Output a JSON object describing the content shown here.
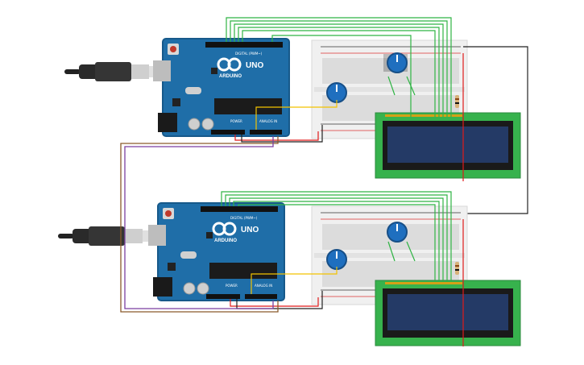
{
  "circuits": [
    {
      "id": "top",
      "arduino": {
        "logo": "ARDUINO",
        "model": "UNO",
        "header_digital": "DIGITAL (PWM~)",
        "header_power": "POWER",
        "header_analog": "ANALOG IN"
      },
      "potentiometers": 2,
      "lcd": "16x2"
    },
    {
      "id": "bottom",
      "arduino": {
        "logo": "ARDUINO",
        "model": "UNO",
        "header_digital": "DIGITAL (PWM~)",
        "header_power": "POWER",
        "header_analog": "ANALOG IN"
      },
      "potentiometers": 2,
      "lcd": "16x2"
    }
  ],
  "wire_colors": {
    "data": "#2fb344",
    "signal": "#f2c200",
    "power": "#e01b1b",
    "ground": "#222222",
    "link_brown": "#8a5a2b",
    "link_purple": "#7b3fa0"
  },
  "colors": {
    "board": "#1f6ea8",
    "board_dark": "#17598a",
    "lcd_frame": "#37b24d",
    "lcd_screen": "#243a66",
    "breadboard": "#f0f0f0",
    "pot_body": "#1f6fbf"
  }
}
